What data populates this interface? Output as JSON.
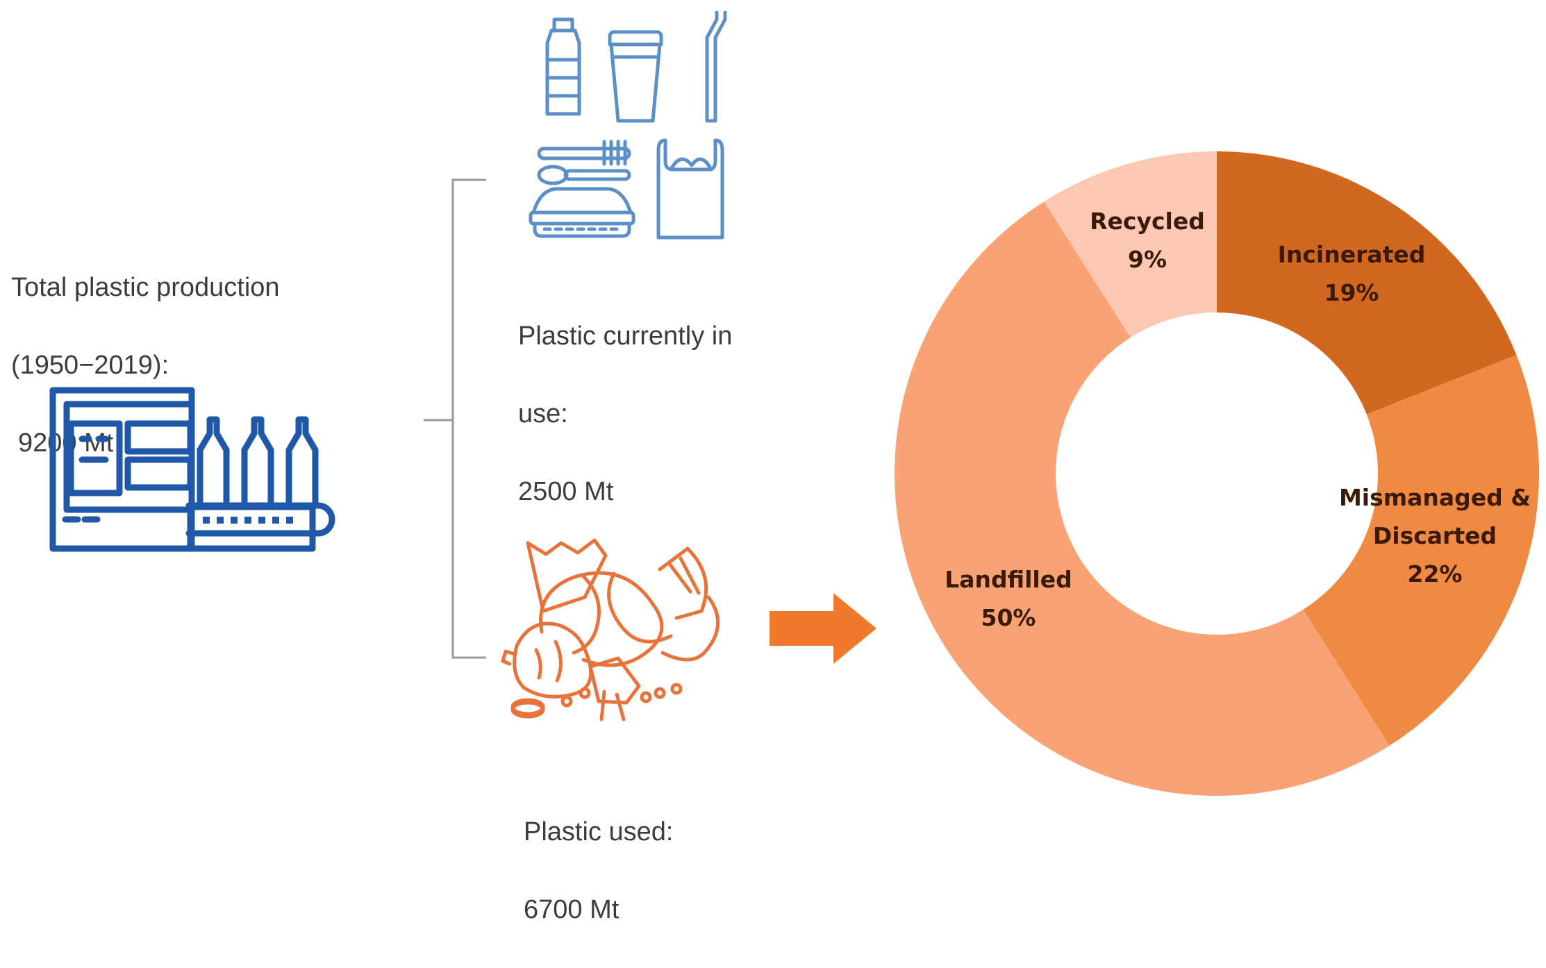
{
  "production": {
    "line1": "Total plastic production",
    "line2": "(1950−2019):",
    "line3": "9200 Mt"
  },
  "in_use": {
    "line1": "Plastic currently in",
    "line2": "use:",
    "line3": "2500 Mt"
  },
  "used": {
    "line1": "Plastic used:",
    "line2": "6700 Mt"
  },
  "icons": {
    "factory": "factory-bottling-line-icon",
    "consumer_items": [
      "bottle-icon",
      "cup-icon",
      "straw-icon",
      "cutlery-icon",
      "food-container-icon",
      "plastic-bag-icon"
    ],
    "waste": "plastic-waste-pile-icon",
    "arrow": "arrow-right-icon"
  },
  "colors": {
    "blue_icons_light": "#5b8fc7",
    "blue_icons_dark": "#1f58a8",
    "orange_icon": "#e8733a",
    "arrow": "#f07a2c",
    "bracket": "#9a9a9a"
  },
  "chart_data": {
    "type": "pie",
    "donut": true,
    "categories": [
      "Incinerated",
      "Mismanaged & Discarted",
      "Landfilled",
      "Recycled"
    ],
    "values": [
      19,
      22,
      50,
      9
    ],
    "labels": [
      [
        "Incinerated",
        "19%"
      ],
      [
        "Mismanaged &",
        "Discarted",
        "22%"
      ],
      [
        "Landfilled",
        "50%"
      ],
      [
        "Recycled",
        "9%"
      ]
    ],
    "colors": [
      "#d2671f",
      "#f08a42",
      "#f9a274",
      "#fcc8b4"
    ],
    "start_angle_deg": 0,
    "direction": "clockwise"
  }
}
